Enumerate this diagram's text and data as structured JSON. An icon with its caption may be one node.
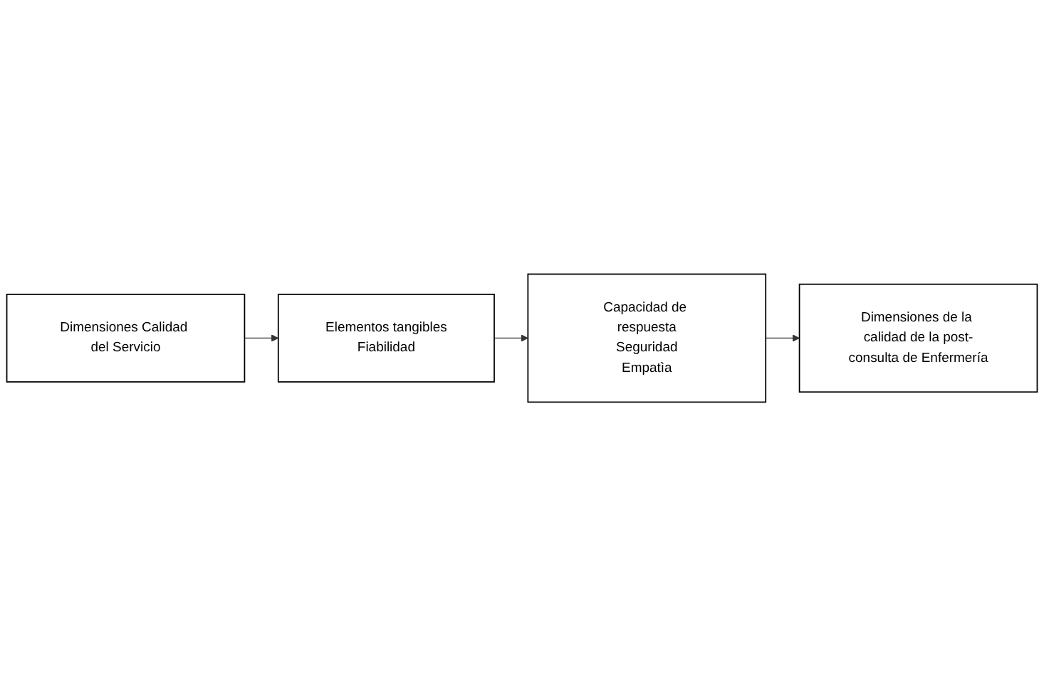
{
  "diagram": {
    "nodes": [
      {
        "text": [
          "Dimensiones Calidad del Servicio"
        ]
      },
      {
        "text": [
          "Elementos tangibles",
          "Fiabilidad"
        ]
      },
      {
        "text": [
          "Capacidad de respuesta",
          "Seguridad",
          "Empatìa"
        ]
      },
      {
        "text": [
          "Dimensiones de la calidad de la post-consulta de Enfermería"
        ]
      }
    ],
    "edges": [
      {
        "from": 0,
        "to": 1,
        "arrow": "to"
      },
      {
        "from": 1,
        "to": 2,
        "arrow": "to"
      },
      {
        "from": 2,
        "to": 3,
        "arrow": "to"
      }
    ]
  }
}
